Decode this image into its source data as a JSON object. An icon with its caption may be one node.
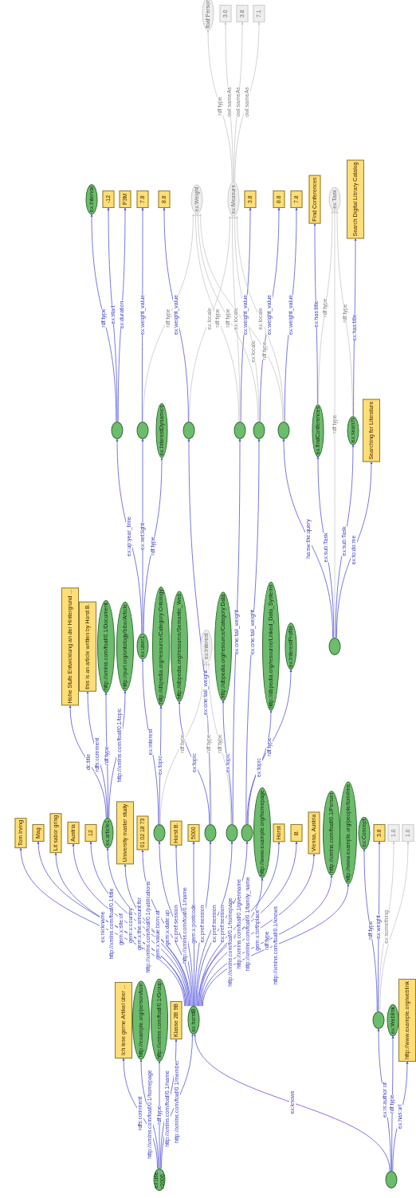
{
  "diagram": {
    "nodes": [
      {
        "text": [
          "foaf:Person"
        ]
      },
      {
        "text": [
          "3.0"
        ]
      },
      {
        "text": [
          "3.8"
        ]
      },
      {
        "text": [
          "7.1"
        ]
      },
      {
        "text": [
          "ex:Interval"
        ]
      },
      {
        "text": [
          "-12"
        ]
      },
      {
        "text": [
          "P3M"
        ]
      },
      {
        "text": [
          "7.8"
        ]
      },
      {
        "text": [
          "8.8"
        ]
      },
      {
        "text": [
          "ex:Weight"
        ]
      },
      {
        "text": [
          "ex:Measure"
        ]
      },
      {
        "text": [
          "3.8"
        ]
      },
      {
        "text": [
          "8.8"
        ]
      },
      {
        "text": [
          "7.8"
        ]
      },
      {
        "text": [
          "Find Conferences"
        ]
      },
      {
        "text": [
          "ex:Task"
        ]
      },
      {
        "text": [
          "Search Digital Library Catalog"
        ]
      },
      {
        "text": [],
        "shape": "circle"
      },
      {
        "text": [],
        "shape": "circle"
      },
      {
        "text": [
          "ex:InterestDynamics"
        ]
      },
      {
        "text": [],
        "shape": "circle"
      },
      {
        "text": [],
        "shape": "circle"
      },
      {
        "text": [],
        "shape": "circle"
      },
      {
        "text": [],
        "shape": "circle"
      },
      {
        "text": [
          "ex:findConferences"
        ]
      },
      {
        "text": [
          "ex:search"
        ]
      },
      {
        "text": [
          "Searching for Literature"
        ]
      },
      {
        "text": [
          "ex:user1"
        ]
      },
      {
        "text": [],
        "shape": "circle"
      },
      {
        "text": [
          "Hohe Stufe Entwicklung an der Hintergrund ..."
        ]
      },
      {
        "text": [
          "this is an article written by Horst B."
        ]
      },
      {
        "text": [
          "http://xmlns.com/foaf/0.1/Document"
        ]
      },
      {
        "text": [
          "http://purl.org/ontology/bibo/Article"
        ]
      },
      {
        "text": [
          "http://dbpedia.org/resource/Category:Ontology"
        ]
      },
      {
        "text": [
          "http://dbpedia.org/resource/Semantic_Web"
        ]
      },
      {
        "text": [
          "ex:Interest"
        ]
      },
      {
        "text": [
          "http://dbpedia.org/resource/Category:Data"
        ]
      },
      {
        "text": [
          "http://dbpedia.org/resource/Linked_Data_Systems"
        ]
      },
      {
        "text": [
          "ex:InterestProfile"
        ]
      },
      {
        "text": [
          "Tom Irving"
        ]
      },
      {
        "text": [
          "Mag"
        ]
      },
      {
        "text": [
          "Lit sabor gring"
        ]
      },
      {
        "text": [
          "Austria"
        ]
      },
      {
        "text": [
          "12"
        ]
      },
      {
        "text": [
          "ex:article1"
        ]
      },
      {
        "text": [
          "University master study"
        ]
      },
      {
        "text": [
          "01 02 18 73"
        ]
      },
      {
        "text": [],
        "shape": "circle"
      },
      {
        "text": [
          "Horst B."
        ]
      },
      {
        "text": [
          "5000"
        ]
      },
      {
        "text": [],
        "shape": "circle"
      },
      {
        "text": [],
        "shape": "circle"
      },
      {
        "text": [],
        "shape": "circle"
      },
      {
        "text": [
          "http://www.example.org/homepage"
        ]
      },
      {
        "text": [
          "Horst"
        ]
      },
      {
        "text": [
          "B."
        ]
      },
      {
        "text": [
          "Vienna, Austria"
        ]
      },
      {
        "text": [
          "http://xmlns.com/foaf/0.1/Person"
        ]
      },
      {
        "text": [
          "http://www.example.org/people/tom#me"
        ]
      },
      {
        "text": [
          "ex:Concept"
        ]
      },
      {
        "text": [
          "3.8"
        ]
      },
      {
        "text": [
          "1.0"
        ]
      },
      {
        "text": [
          "1.0"
        ]
      },
      {
        "text": [
          "Ich lese gerne Artikel über ..."
        ]
      },
      {
        "text": [
          "http://example.org/person/tom"
        ]
      },
      {
        "text": [
          "http://xmlns.com/foaf/0.1/Group"
        ]
      },
      {
        "text": [
          "Klasse 2B 9B"
        ]
      },
      {
        "text": [
          "ex:horstB"
        ]
      },
      {
        "text": [],
        "shape": "circle"
      },
      {
        "text": [
          "ex:Weblink"
        ]
      },
      {
        "text": [
          "http://www.example.org/weblink"
        ]
      },
      {
        "text": [
          "ex:user2006"
        ]
      },
      {
        "text": [],
        "shape": "circle"
      }
    ],
    "edges": [
      {
        "from": 71,
        "to": 63,
        "arrow": "to",
        "label": "rdfs:comment"
      },
      {
        "from": 71,
        "to": 64,
        "arrow": "to",
        "label": "http://xmlns.com/foaf/0.1/homepage"
      },
      {
        "from": 71,
        "to": 65,
        "arrow": "to",
        "label": "rdf:type"
      },
      {
        "from": 71,
        "to": 66,
        "arrow": "to",
        "label": "http://xmlns.com/foaf/0.1/name"
      },
      {
        "from": 71,
        "to": 67,
        "arrow": "to",
        "label": "http://xmlns.com/foaf/0.1/member"
      },
      {
        "from": 72,
        "to": 67,
        "arrow": "to",
        "label": "ex:knows"
      },
      {
        "from": 72,
        "to": 68,
        "arrow": "to",
        "label": "ex:is:author:of"
      },
      {
        "from": 72,
        "to": 69,
        "arrow": "to",
        "label": "rdf:type"
      },
      {
        "from": 72,
        "to": 70,
        "arrow": "to",
        "label": "ex:has:url"
      },
      {
        "from": 67,
        "to": 39,
        "arrow": "to",
        "label": "ex:nickname"
      },
      {
        "from": 67,
        "to": 40,
        "arrow": "to",
        "label": "http://xmlns.com/foaf/0.1/title"
      },
      {
        "from": 67,
        "to": 41,
        "arrow": "to",
        "label": "gem:x:site:of"
      },
      {
        "from": 67,
        "to": 42,
        "arrow": "to",
        "label": "gem:x:country"
      },
      {
        "from": 67,
        "to": 43,
        "arrow": "to",
        "label": "gem:x:the:amount:for"
      },
      {
        "from": 67,
        "to": 44,
        "arrow": "to",
        "label": "http://xmlns.com/foaf/0.1/publications"
      },
      {
        "from": 67,
        "to": 45,
        "arrow": "to",
        "label": "gem:x:value:born:at"
      },
      {
        "from": 67,
        "to": 46,
        "arrow": "to",
        "label": "gem:x:date:up"
      },
      {
        "from": 67,
        "to": 47,
        "arrow": "to",
        "label": "ex:pref:session"
      },
      {
        "from": 67,
        "to": 48,
        "arrow": "to",
        "label": "http://xmlns.com/foaf/0.1/name"
      },
      {
        "from": 67,
        "to": 49,
        "arrow": "to",
        "label": "gem:x:postcode"
      },
      {
        "from": 67,
        "to": 50,
        "arrow": "to",
        "label": "ex:pref:session"
      },
      {
        "from": 67,
        "to": 51,
        "arrow": "to",
        "label": "ex:pref:session"
      },
      {
        "from": 67,
        "to": 52,
        "arrow": "to",
        "label": "ex:pref:session"
      },
      {
        "from": 67,
        "to": 53,
        "arrow": "to",
        "label": "http://xmlns.com/foaf/0.1/homepage"
      },
      {
        "from": 67,
        "to": 54,
        "arrow": "to",
        "label": "http://xmlns.com/foaf/0.1/givenname"
      },
      {
        "from": 67,
        "to": 55,
        "arrow": "to",
        "label": "http://xmlns.com/foaf/0.1/family_name"
      },
      {
        "from": 67,
        "to": 56,
        "arrow": "to",
        "label": "gem:x:birthplace"
      },
      {
        "from": 67,
        "to": 57,
        "arrow": "to",
        "label": "rdf:type"
      },
      {
        "from": 67,
        "to": 58,
        "arrow": "to",
        "label": "http://xmlns.com/foaf/0.1/knows"
      },
      {
        "from": 68,
        "to": 59,
        "arrow": "to",
        "label": "rdf:type"
      },
      {
        "from": 68,
        "to": 60,
        "arrow": "to",
        "label": "ex:weight"
      },
      {
        "from": 68,
        "to": 61,
        "arrow": "to",
        "label": "ex:something",
        "color": "#c8c8c8"
      },
      {
        "from": 68,
        "to": 62,
        "arrow": "to",
        "color": "#c8c8c8"
      },
      {
        "from": 44,
        "to": 29,
        "arrow": "to",
        "label": "dc:title"
      },
      {
        "from": 44,
        "to": 30,
        "arrow": "to",
        "label": "rdfs:comment"
      },
      {
        "from": 44,
        "to": 31,
        "arrow": "to",
        "label": "rdf:type"
      },
      {
        "from": 44,
        "to": 32,
        "arrow": "to",
        "label": "http://xmlns.com/foaf/0.1/topic"
      },
      {
        "from": 47,
        "to": 27,
        "arrow": "to",
        "label": "ex:interest"
      },
      {
        "from": 47,
        "to": 33,
        "arrow": "to",
        "label": "ex:topic"
      },
      {
        "from": 47,
        "to": 35,
        "arrow": "to",
        "label": "rdf:type",
        "color": "#c8c8c8"
      },
      {
        "from": 50,
        "to": 34,
        "arrow": "to",
        "label": "ex:topic"
      },
      {
        "from": 50,
        "to": 20,
        "arrow": "to",
        "label": "ex:one:tail_weight"
      },
      {
        "from": 50,
        "to": 35,
        "arrow": "to",
        "label": "rdf:type",
        "color": "#c8c8c8"
      },
      {
        "from": 51,
        "to": 36,
        "arrow": "to",
        "label": "ex:topic"
      },
      {
        "from": 51,
        "to": 21,
        "arrow": "to",
        "label": "ex:one:tail_weight"
      },
      {
        "from": 51,
        "to": 35,
        "arrow": "to",
        "label": "rdf:type",
        "color": "#c8c8c8"
      },
      {
        "from": 52,
        "to": 37,
        "arrow": "to",
        "label": "ex:topic"
      },
      {
        "from": 52,
        "to": 38,
        "arrow": "to",
        "label": "rdf:type"
      },
      {
        "from": 52,
        "to": 22,
        "arrow": "to",
        "label": "ex:one:tail_weight"
      },
      {
        "from": 27,
        "to": 17,
        "arrow": "to",
        "label": "ex:up:year_time"
      },
      {
        "from": 27,
        "to": 18,
        "arrow": "to",
        "label": "ex:net:light"
      },
      {
        "from": 27,
        "to": 19,
        "arrow": "to",
        "label": "rdf:type"
      },
      {
        "from": 28,
        "to": 23,
        "arrow": "to",
        "label": "ha:sw:the:query"
      },
      {
        "from": 28,
        "to": 24,
        "arrow": "to",
        "label": "ex:sub:Task"
      },
      {
        "from": 28,
        "to": 15,
        "arrow": "to",
        "label": "rdf:type",
        "color": "#c8c8c8"
      },
      {
        "from": 28,
        "to": 25,
        "arrow": "to",
        "label": "ex:sub:Task"
      },
      {
        "from": 28,
        "to": 26,
        "arrow": "to",
        "label": "ex:to:do:me"
      },
      {
        "from": 17,
        "to": 4,
        "arrow": "to",
        "label": "rdf:type"
      },
      {
        "from": 17,
        "to": 5,
        "arrow": "to",
        "label": "ex:start"
      },
      {
        "from": 17,
        "to": 6,
        "arrow": "to",
        "label": "ex:duration"
      },
      {
        "from": 18,
        "to": 7,
        "arrow": "to",
        "label": "ex:weight_value"
      },
      {
        "from": 18,
        "to": 9,
        "arrow": "to",
        "label": "rdf:type",
        "color": "#c8c8c8"
      },
      {
        "from": 20,
        "to": 8,
        "arrow": "to",
        "label": "ex:weight_value"
      },
      {
        "from": 20,
        "to": 10,
        "arrow": "to",
        "label": "ex:locale",
        "color": "#c8c8c8"
      },
      {
        "from": 21,
        "to": 11,
        "arrow": "to",
        "label": "ex:weight_value"
      },
      {
        "from": 21,
        "to": 9,
        "arrow": "to",
        "label": "rdf:type",
        "color": "#c8c8c8"
      },
      {
        "from": 21,
        "to": 10,
        "arrow": "to",
        "label": "ex:locale",
        "color": "#c8c8c8"
      },
      {
        "from": 22,
        "to": 12,
        "arrow": "to",
        "label": "ex:weight_value"
      },
      {
        "from": 22,
        "to": 9,
        "arrow": "to",
        "label": "rdf:type",
        "color": "#c8c8c8"
      },
      {
        "from": 22,
        "to": 10,
        "arrow": "to",
        "label": "ex:locale",
        "color": "#c8c8c8"
      },
      {
        "from": 23,
        "to": 13,
        "arrow": "to",
        "label": "ex:weight_value"
      },
      {
        "from": 23,
        "to": 9,
        "arrow": "to",
        "label": "rdf:type",
        "color": "#c8c8c8"
      },
      {
        "from": 23,
        "to": 10,
        "arrow": "to",
        "label": "ex:locale",
        "color": "#c8c8c8"
      },
      {
        "from": 24,
        "to": 14,
        "arrow": "to",
        "label": "ex:has:title"
      },
      {
        "from": 24,
        "to": 15,
        "arrow": "to",
        "label": "rdf:type",
        "color": "#c8c8c8"
      },
      {
        "from": 25,
        "to": 16,
        "arrow": "to",
        "label": "ex:has:title"
      },
      {
        "from": 25,
        "to": 15,
        "arrow": "to",
        "label": "rdf:type",
        "color": "#c8c8c8"
      },
      {
        "from": 10,
        "to": 0,
        "arrow": "to",
        "label": "rdf:type",
        "color": "#c8c8c8"
      },
      {
        "from": 10,
        "to": 1,
        "arrow": "to",
        "label": "owl:sameAs",
        "color": "#c8c8c8"
      },
      {
        "from": 10,
        "to": 2,
        "arrow": "to",
        "label": "owl:sameAs",
        "color": "#c8c8c8"
      },
      {
        "from": 10,
        "to": 3,
        "arrow": "to",
        "label": "owl:sameAs",
        "color": "#c8c8c8"
      }
    ]
  }
}
